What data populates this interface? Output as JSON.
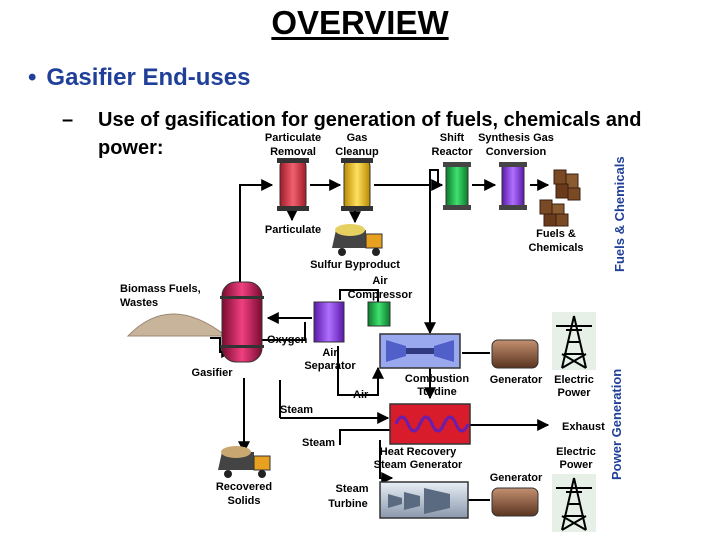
{
  "slide": {
    "title": "OVERVIEW",
    "bullet_glyph": "•",
    "bullet": "Gasifier End-uses",
    "sub_bullet_dash": "–",
    "sub_bullet": "Use of gasification for generation of fuels, chemicals and power:"
  },
  "diagram": {
    "labels": {
      "particulate_removal_1": "Particulate",
      "particulate_removal_2": "Removal",
      "gas_cleanup_1": "Gas",
      "gas_cleanup_2": "Cleanup",
      "shift_reactor_1": "Shift",
      "shift_reactor_2": "Reactor",
      "synthesis_gas_conversion_1": "Synthesis Gas",
      "synthesis_gas_conversion_2": "Conversion",
      "particulate": "Particulate",
      "sulfur_byproduct": "Sulfur Byproduct",
      "fuels_chemicals_1": "Fuels &",
      "fuels_chemicals_2": "Chemicals",
      "biomass_1": "Biomass Fuels,",
      "biomass_2": "Wastes",
      "air_compressor_1": "Air",
      "air_compressor_2": "Compressor",
      "oxygen": "Oxygen",
      "air_separator_1": "Air",
      "air_separator_2": "Separator",
      "gasifier": "Gasifier",
      "combustion_turbine_1": "Combustion",
      "combustion_turbine_2": "Turdine",
      "generator_top": "Generator",
      "electric_power_top_1": "Electric",
      "electric_power_top_2": "Power",
      "air": "Air",
      "steam_1": "Steam",
      "exhaust": "Exhaust",
      "steam_2": "Steam",
      "hrsg_1": "Heat Recovery",
      "hrsg_2": "Steam Generator",
      "electric_power_bottom_1": "Electric",
      "electric_power_bottom_2": "Power",
      "generator_bottom": "Generator",
      "recovered_solids_1": "Recovered",
      "recovered_solids_2": "Solids",
      "steam_turbine_1": "Steam",
      "steam_turbine_2": "Turbine"
    },
    "side_labels": {
      "fuels_and_chemicals": "Fuels & Chemicals",
      "power_generation": "Power Generation"
    },
    "colors": {
      "particulate_removal": "#e0404a",
      "gas_cleanup": "#f2c21a",
      "shift_reactor": "#22b24c",
      "synthesis_gas": "#8a3ee0",
      "gasifier": "#c8144e",
      "air_separator": "#8a3ee0",
      "air_compressor": "#22b24c",
      "combustion_turbine": "#7a8be0",
      "hrsg": "#d81c2c",
      "steam_turbine": "#b7c4d6",
      "generator": "#8a5a3a",
      "side_label": "#1f3f99"
    },
    "icons": [
      "dump-truck-icon",
      "barrel-icon",
      "transmission-tower-icon",
      "biomass-pile-icon"
    ]
  }
}
